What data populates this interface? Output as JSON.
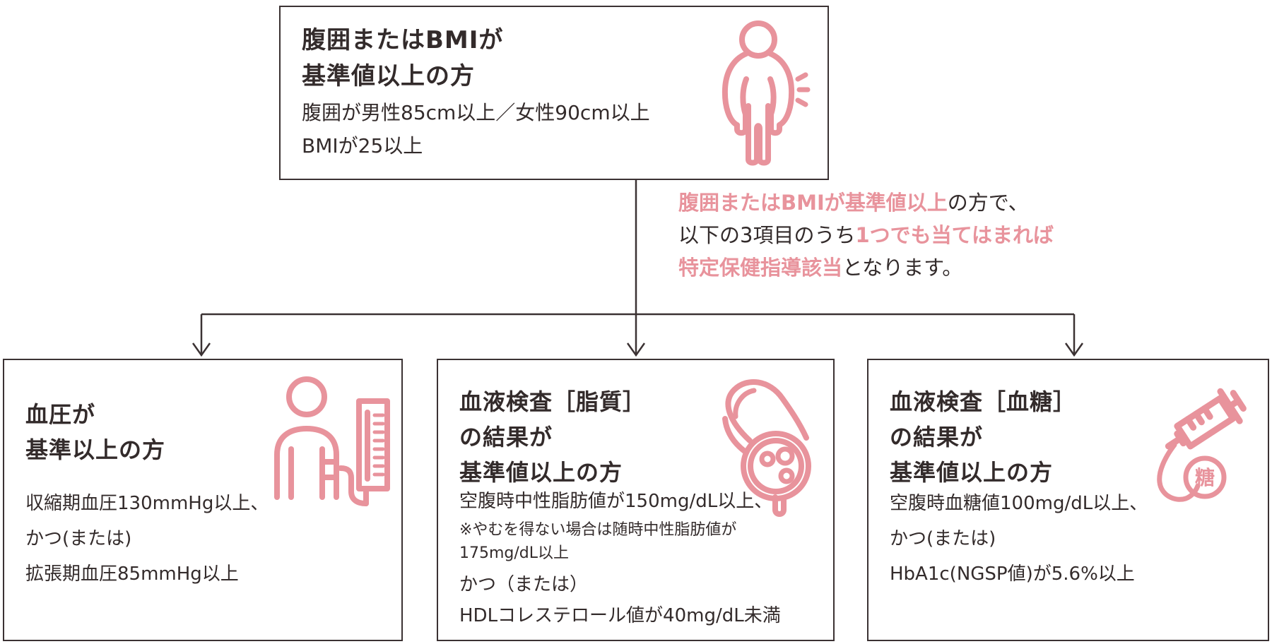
{
  "colors": {
    "accent_pink": "#e8939c",
    "ink_text": "#332b2b",
    "line_dark": "#3b3233",
    "background": "#ffffff"
  },
  "top_box": {
    "title_line1": "腹囲またはBMIが",
    "title_line2": "基準値以上の方",
    "body_line1": "腹囲が男性85cm以上／女性90cm以上",
    "body_line2": "BMIが25以上",
    "icon": "overweight-person-icon"
  },
  "note": {
    "line1_em": "腹囲またはBMIが基準値以上",
    "line1_plain": "の方で、",
    "line2_plain": "以下の3項目のうち",
    "line2_em": "1つでも当てはまれば",
    "line3_em": "特定保健指導該当",
    "line3_plain": "となります。"
  },
  "branches": [
    {
      "key": "blood_pressure",
      "title_line1": "血圧が",
      "title_line2": "基準以上の方",
      "body_line1": "収縮期血圧130mmHg以上、",
      "body_line2": "かつ(または)",
      "body_line3": "拡張期血圧85mmHg以上",
      "icon": "blood-pressure-monitor-icon"
    },
    {
      "key": "blood_lipid",
      "title_line1": "血液検査［脂質］",
      "title_line2": "の結果が",
      "title_line3": "基準値以上の方",
      "body_line1": "空腹時中性脂肪値が150mg/dL以上、",
      "note_line1": "※やむを得ない場合は随時中性脂肪値が",
      "note_line2": "175mg/dL以上",
      "body_line2": "かつ（または）",
      "body_line3": "HDLコレステロール値が40mg/dL未満",
      "icon": "blood-vessel-icon"
    },
    {
      "key": "blood_sugar",
      "title_line1": "血液検査［血糖］",
      "title_line2": "の結果が",
      "title_line3": "基準値以上の方",
      "body_line1": "空腹時血糖値100mg/dL以上、",
      "body_line2": "かつ(または)",
      "body_line3": "HbA1c(NGSP値)が5.6%以上",
      "icon": "syringe-icon",
      "icon_label": "糖"
    }
  ]
}
